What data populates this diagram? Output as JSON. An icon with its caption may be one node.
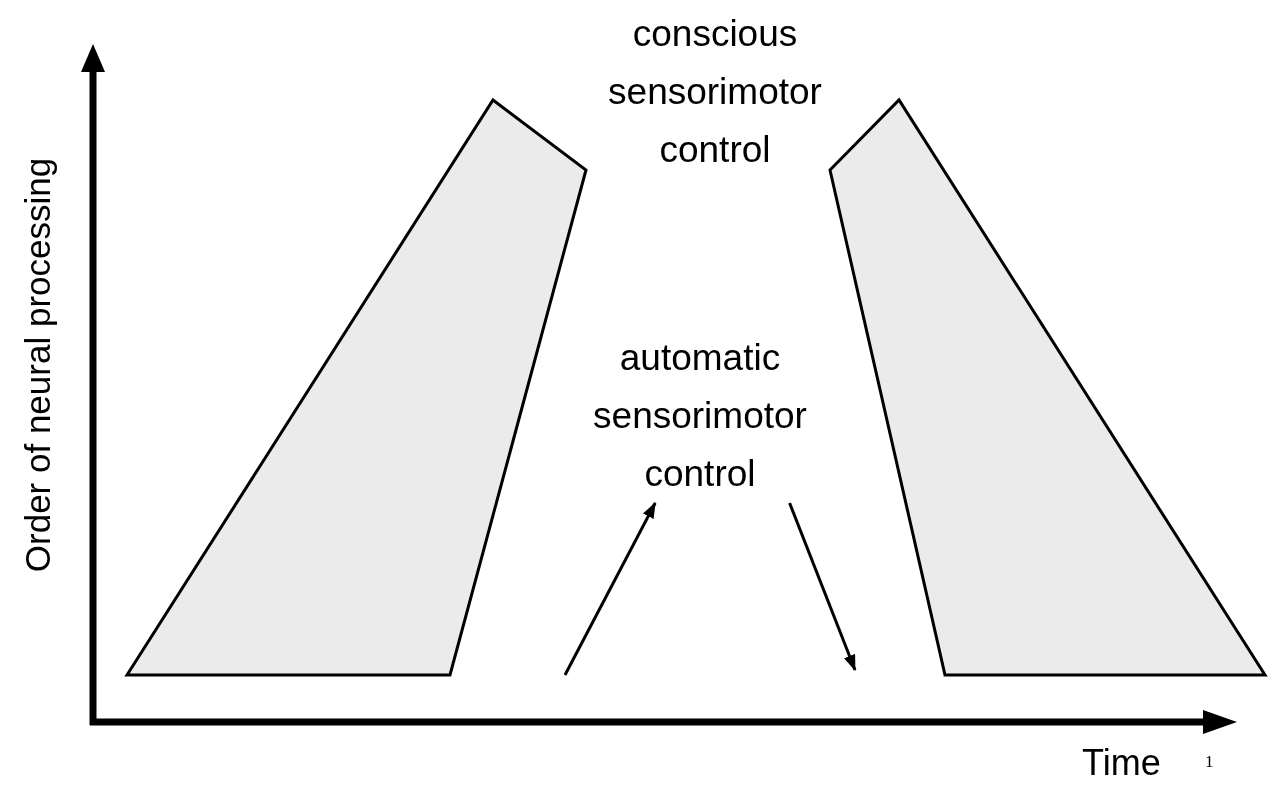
{
  "diagram": {
    "nodes": [
      {
        "text": [
          "conscious sensorimotor control"
        ]
      },
      {
        "text": [],
        "shape": "polygon"
      },
      {
        "text": [],
        "shape": "polygon"
      },
      {
        "text": [
          "automatic sensorimotor control"
        ]
      }
    ],
    "edges": [
      {
        "from": null,
        "to": 3,
        "arrow": "to"
      },
      {
        "from": 3,
        "to": null,
        "arrow": "to"
      }
    ],
    "labels": [
      "Order of neural processing",
      "Time",
      "1"
    ]
  }
}
